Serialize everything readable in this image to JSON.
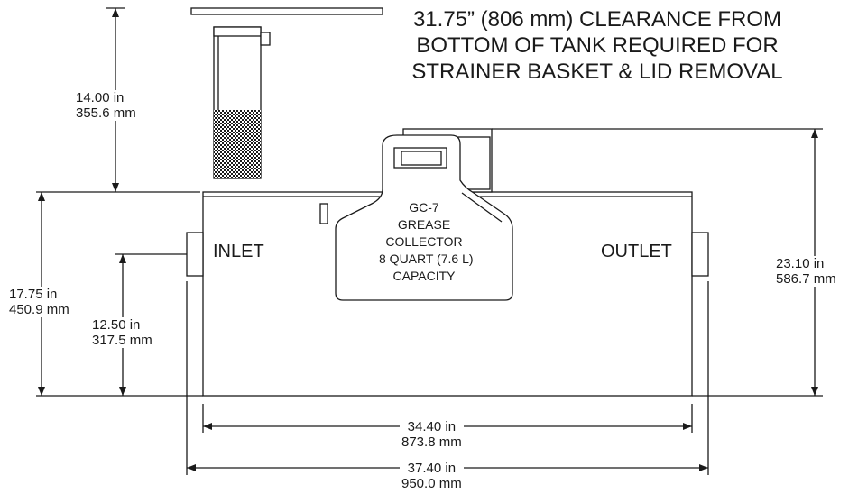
{
  "clearance_note": {
    "line1": "31.75” (806 mm) CLEARANCE FROM",
    "line2": "BOTTOM OF TANK REQUIRED FOR",
    "line3": "STRAINER BASKET & LID REMOVAL"
  },
  "labels": {
    "inlet": "INLET",
    "outlet": "OUTLET"
  },
  "collector": {
    "line1": "GC-7",
    "line2": "GREASE",
    "line3": "COLLECTOR",
    "line4": "8 QUART (7.6 L)",
    "line5": "CAPACITY"
  },
  "dimensions": {
    "basket_height": {
      "inches": "14.00 in",
      "mm": "355.6 mm"
    },
    "tank_height": {
      "inches": "17.75 in",
      "mm": "450.9 mm"
    },
    "inlet_height": {
      "inches": "12.50 in",
      "mm": "317.5 mm"
    },
    "overall_height": {
      "inches": "23.10 in",
      "mm": "586.7 mm"
    },
    "body_width": {
      "inches": "34.40 in",
      "mm": "873.8 mm"
    },
    "overall_width": {
      "inches": "37.40 in",
      "mm": "950.0 mm"
    }
  },
  "colors": {
    "line": "#1a1a1a",
    "fill": "#ffffff",
    "basket_mesh": "#1a1a1a"
  }
}
